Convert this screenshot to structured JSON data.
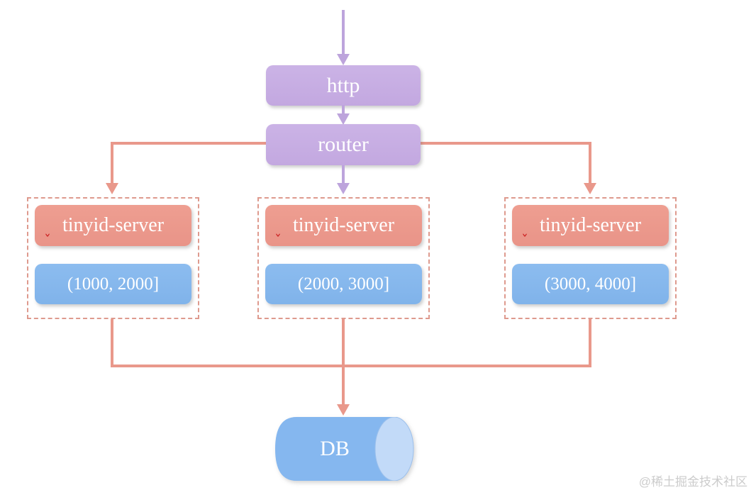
{
  "diagram": {
    "nodes": {
      "http": "http",
      "router": "router",
      "db": "DB"
    },
    "servers": [
      {
        "name": "tinyid-server",
        "range": "(1000, 2000]"
      },
      {
        "name": "tinyid-server",
        "range": "(2000, 3000]"
      },
      {
        "name": "tinyid-server",
        "range": "(3000, 4000]"
      }
    ],
    "spell_mark": "ˇ",
    "watermark": "@稀土掘金技术社区",
    "colors": {
      "purple_box": "#c8afe3",
      "purple_arrow": "#bda4dc",
      "salmon_box": "#ec9a8d",
      "salmon_line": "#e9988b",
      "dashed_border": "#de9a8e",
      "blue_box": "#85b8ed",
      "db_body": "#85b7ef",
      "db_cap": "#c2daf8",
      "label_text": "#ffffff",
      "watermark_gray": "#cccccc",
      "spell_mark_red": "#cc2222"
    }
  }
}
